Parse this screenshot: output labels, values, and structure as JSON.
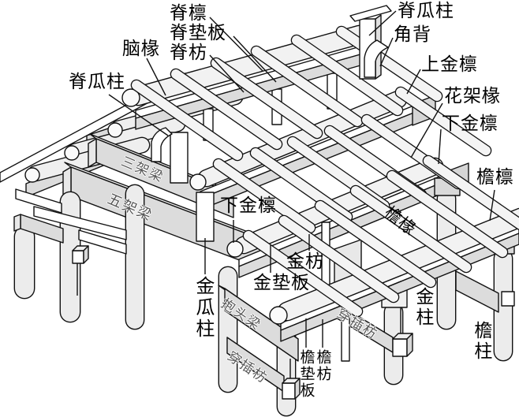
{
  "colors": {
    "outline": "#111111",
    "beam_gray": "#dcdcdc",
    "beam_top": "#f0f0f0",
    "cylinder_fill": "#f2f2f2",
    "white": "#ffffff"
  },
  "labels": {
    "ji_lin": "脊檩",
    "ji_dianban": "脊垫板",
    "ji_fang": "脊枋",
    "nao_chuan": "脑椽",
    "ji_guazhu_left": "脊瓜柱",
    "ji_guazhu_right": "脊瓜柱",
    "jiao_bei": "角背",
    "shangjin_lin": "上金檩",
    "huajia_chuan": "花架椽",
    "xiajin_lin_right": "下金檩",
    "yan_lin": "檐檩",
    "xiajin_lin_mid": "下金檩",
    "jin_fang": "金枋",
    "jin_dianban": "金垫板",
    "jin_guazhu": "金瓜柱",
    "sanjia_liang": "三架梁",
    "wujia_liang": "五架梁",
    "baotou_liang": "抱头梁",
    "chuancha_fang_left": "穿插枋",
    "chuancha_fang_right": "穿插枋",
    "yan_chuan": "檐椽",
    "yan_dianban": "檐垫板",
    "yan_fang": "檐枋",
    "jin_zhu": "金柱",
    "yan_zhu": "檐柱"
  }
}
